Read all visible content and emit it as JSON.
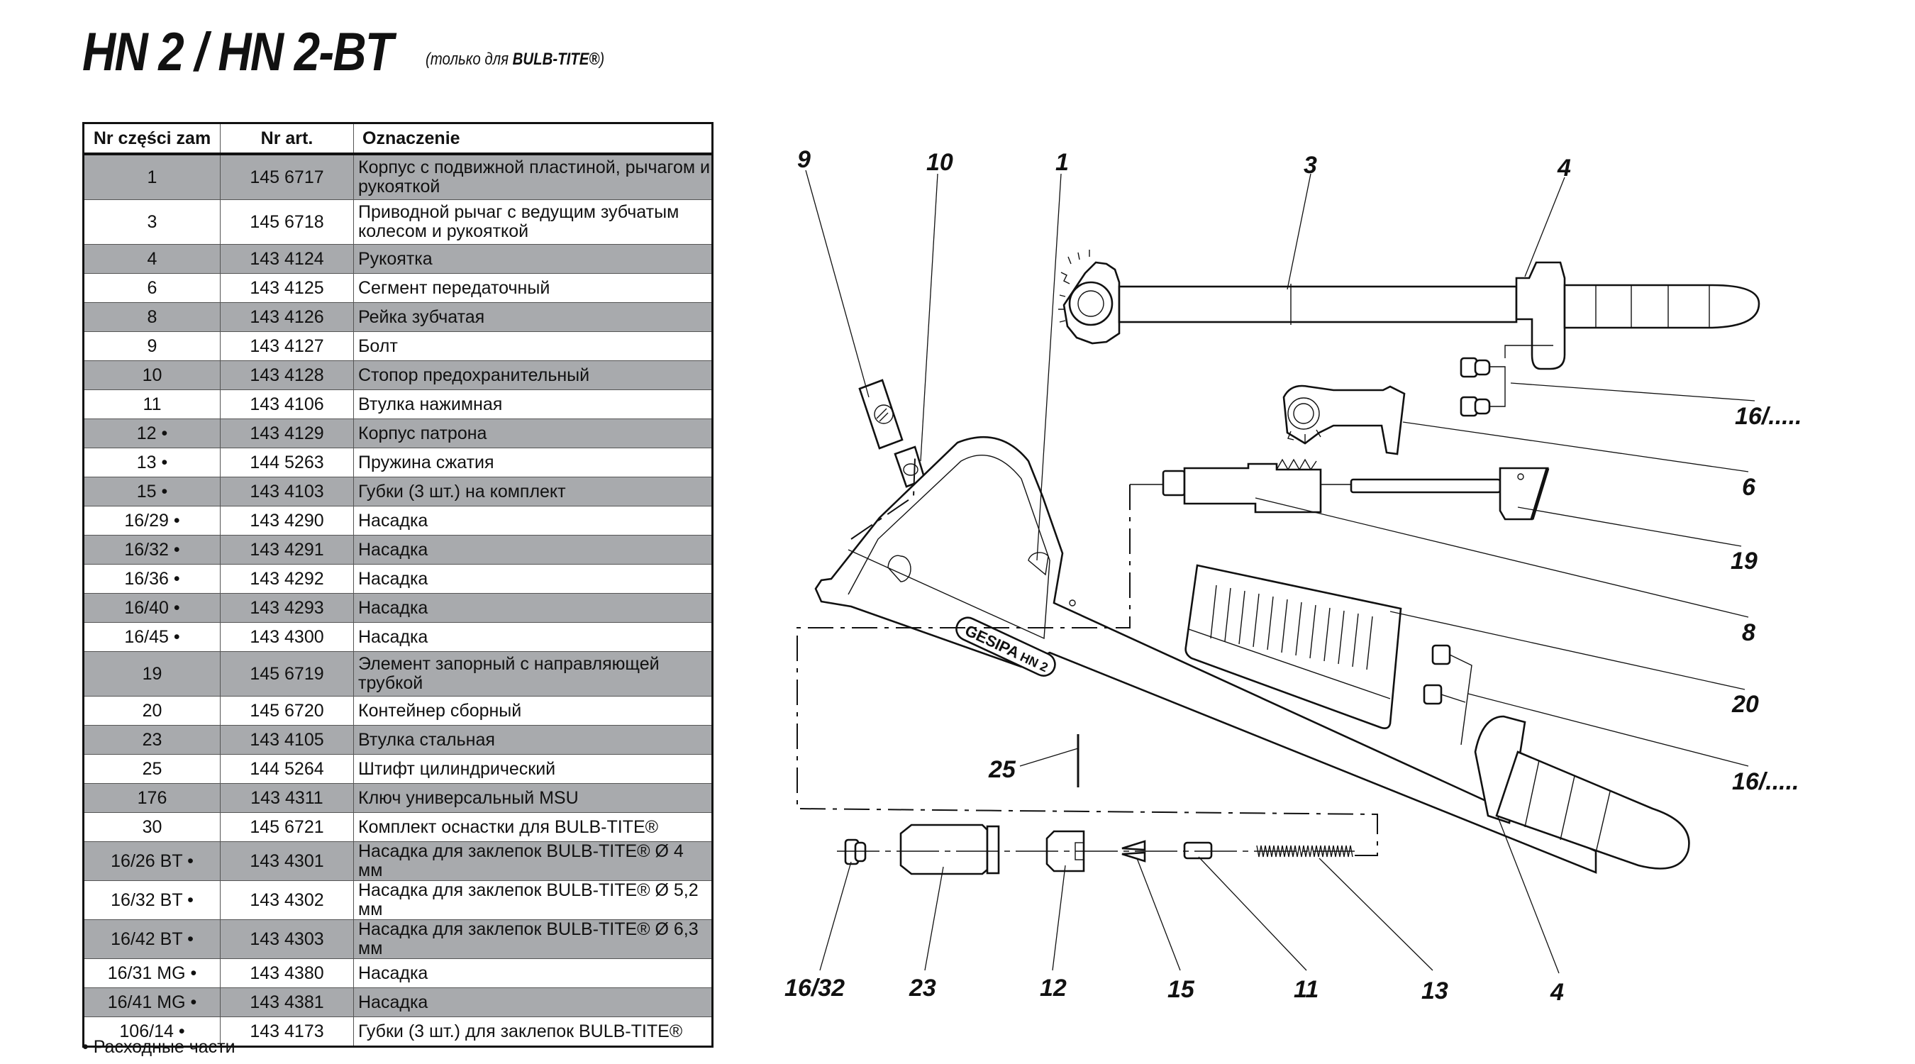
{
  "header": {
    "title": "HN 2 / HN 2-BT",
    "subtitle_prefix": "(только для ",
    "subtitle_brand": "BULB-TITE®",
    "subtitle_suffix": ")"
  },
  "table": {
    "columns": [
      "Nr części zam",
      "Nr art.",
      "Oznaczenie"
    ],
    "rows": [
      {
        "part": "1",
        "art": "145 6717",
        "desc": "Корпус с подвижной пластиной, рычагом и рукояткой"
      },
      {
        "part": "3",
        "art": "145 6718",
        "desc": "Приводной рычаг с ведущим зубчатым колесом и рукояткой"
      },
      {
        "part": "4",
        "art": "143 4124",
        "desc": "Рукоятка"
      },
      {
        "part": "6",
        "art": "143 4125",
        "desc": "Сегмент передаточный"
      },
      {
        "part": "8",
        "art": "143 4126",
        "desc": "Рейка зубчатая"
      },
      {
        "part": "9",
        "art": "143 4127",
        "desc": "Болт"
      },
      {
        "part": "10",
        "art": "143 4128",
        "desc": "Стопор предохранительный"
      },
      {
        "part": "11",
        "art": "143 4106",
        "desc": "Втулка нажимная"
      },
      {
        "part": "12 •",
        "art": "143 4129",
        "desc": "Корпус патрона"
      },
      {
        "part": "13 •",
        "art": "144 5263",
        "desc": "Пружина сжатия"
      },
      {
        "part": "15 •",
        "art": "143 4103",
        "desc": "Губки (3 шт.) на комплект"
      },
      {
        "part": "16/29 •",
        "art": "143 4290",
        "desc": "Насадка"
      },
      {
        "part": "16/32 •",
        "art": "143 4291",
        "desc": "Насадка"
      },
      {
        "part": "16/36 •",
        "art": "143 4292",
        "desc": "Насадка"
      },
      {
        "part": "16/40 •",
        "art": "143 4293",
        "desc": "Насадка"
      },
      {
        "part": "16/45 •",
        "art": "143 4300",
        "desc": "Насадка"
      },
      {
        "part": "19",
        "art": "145 6719",
        "desc": "Элемент запорный с направляющей трубкой"
      },
      {
        "part": "20",
        "art": "145 6720",
        "desc": "Контейнер сборный"
      },
      {
        "part": "23",
        "art": "143 4105",
        "desc": "Втулка стальная"
      },
      {
        "part": "25",
        "art": "144 5264",
        "desc": "Штифт цилиндрический"
      },
      {
        "part": "176",
        "art": "143 4311",
        "desc": "Ключ универсальный MSU"
      },
      {
        "part": "30",
        "art": "145 6721",
        "desc": "Комплект оснастки для BULB-TITE®"
      },
      {
        "part": "16/26 BT •",
        "art": "143 4301",
        "desc": "Насадка для заклепок BULB-TITE® Ø 4 мм"
      },
      {
        "part": "16/32 BT •",
        "art": "143 4302",
        "desc": "Насадка для заклепок BULB-TITE® Ø 5,2 мм"
      },
      {
        "part": "16/42 BT •",
        "art": "143 4303",
        "desc": "Насадка для заклепок BULB-TITE® Ø 6,3 мм"
      },
      {
        "part": "16/31 MG •",
        "art": "143 4380",
        "desc": "Насадка"
      },
      {
        "part": "16/41 MG •",
        "art": "143 4381",
        "desc": "Насадка"
      },
      {
        "part": "106/14 •",
        "art": "143 4173",
        "desc": "Губки (3 шт.) для заклепок BULB-TITE®"
      }
    ],
    "row_colors": {
      "shaded": "#a8aaad",
      "plain": "#ffffff"
    }
  },
  "footnote": "• Расходные части",
  "diagram": {
    "brand_plate": "GESIPA",
    "model_plate": "HN 2",
    "callouts": {
      "c9": "9",
      "c10": "10",
      "c1": "1",
      "c3": "3",
      "c4_top": "4",
      "c16_top": "16/.....",
      "c6": "6",
      "c19": "19",
      "c8": "8",
      "c20": "20",
      "c16_mid": "16/.....",
      "c25": "25",
      "c16_32": "16/32",
      "c23": "23",
      "c12": "12",
      "c15": "15",
      "c11": "11",
      "c13": "13",
      "c4_bottom": "4"
    }
  }
}
